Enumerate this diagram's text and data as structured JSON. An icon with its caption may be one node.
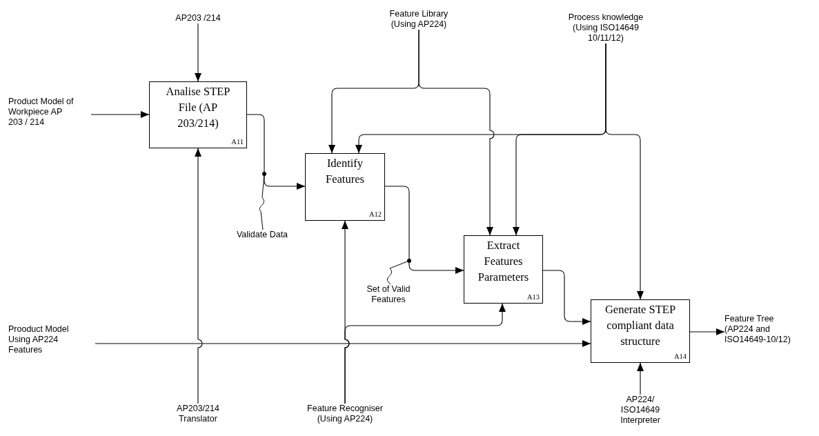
{
  "diagram": {
    "nodes": [
      {
        "text": [
          "Analise STEP File (AP 203/214)",
          "A11"
        ]
      },
      {
        "text": [
          "Identify Features",
          "A12"
        ]
      },
      {
        "text": [
          "Extract Features Parameters",
          "A13"
        ]
      },
      {
        "text": [
          "Generate STEP compliant data structure",
          "A14"
        ]
      },
      {
        "text": [
          "AP203 /214"
        ]
      },
      {
        "text": [
          "Product Model of Workpiece AP 203 / 214"
        ]
      },
      {
        "text": [
          "Feature Library (Using AP224)"
        ]
      },
      {
        "text": [
          "Process knowledge (Using ISO14649 10/11/12)"
        ]
      },
      {
        "text": [
          "Validate Data"
        ]
      },
      {
        "text": [
          "Set of Valid Features"
        ]
      },
      {
        "text": [
          "Prooduct Model Using AP224 Features"
        ]
      },
      {
        "text": [
          "AP203/214 Translator"
        ]
      },
      {
        "text": [
          "Feature Recogniser (Using AP224)"
        ]
      },
      {
        "text": [
          "AP224/ ISO14649 Interpreter"
        ]
      },
      {
        "text": [
          "Feature Tree (AP224 and ISO14649-10/12)"
        ]
      }
    ],
    "edges": [
      {
        "from": 4,
        "to": 0,
        "arrow": "to"
      },
      {
        "from": 5,
        "to": 0,
        "arrow": "to"
      },
      {
        "from": 11,
        "to": 0,
        "arrow": "to"
      },
      {
        "from": 0,
        "to": 1,
        "arrow": "to"
      },
      {
        "from": 6,
        "to": 1,
        "arrow": "to"
      },
      {
        "from": 6,
        "to": 2,
        "arrow": "to"
      },
      {
        "from": 7,
        "to": 1,
        "arrow": "to"
      },
      {
        "from": 7,
        "to": 2,
        "arrow": "to"
      },
      {
        "from": 7,
        "to": 3,
        "arrow": "to"
      },
      {
        "from": 1,
        "to": 2,
        "arrow": "to"
      },
      {
        "from": 12,
        "to": 1,
        "arrow": "to"
      },
      {
        "from": 12,
        "to": 2,
        "arrow": "to"
      },
      {
        "from": 10,
        "to": 3,
        "arrow": "to"
      },
      {
        "from": 2,
        "to": 3,
        "arrow": "to"
      },
      {
        "from": 13,
        "to": 3,
        "arrow": "to"
      },
      {
        "from": 3,
        "to": 14,
        "arrow": "to"
      },
      {
        "from": 8,
        "to": null,
        "arrow": "other"
      },
      {
        "from": 9,
        "to": null,
        "arrow": "other"
      }
    ]
  }
}
